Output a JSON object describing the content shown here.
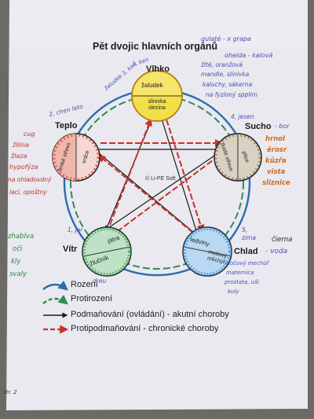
{
  "title": "Pět dvojic hlavních orgánů",
  "copyright": "© Li-PE Soft",
  "elements": [
    {
      "name": "Vlhko",
      "organs": [
        "žaludek",
        "slinivka slezina"
      ]
    },
    {
      "name": "Sucho",
      "organs": [
        "tlusté střevo",
        "plíce"
      ]
    },
    {
      "name": "Chlad",
      "organs": [
        "ledviny",
        "močový měchýř"
      ]
    },
    {
      "name": "Vítr",
      "organs": [
        "játra",
        "žlučník"
      ]
    },
    {
      "name": "Teplo",
      "organs": [
        "tenké střevo",
        "srdce"
      ]
    }
  ],
  "legend": [
    {
      "label": "Rození",
      "color": "#2b6cb0"
    },
    {
      "label": "Protirození",
      "color": "#2e8b57"
    },
    {
      "label": "Podmaňování (ovládání) - akutní choroby",
      "color": "#1a1a1a"
    },
    {
      "label": "Protipodmaňování - chronické choroby",
      "color": "#c8312a"
    }
  ],
  "notes": {
    "top_right_1": "gulaté - x grapa",
    "top_right_2": "ohelda - kalová",
    "top_right_3": "žlté, oranžová",
    "top_right_4": "mandle, slinivka",
    "top_right_5": "kaluchy, sákerna",
    "top_right_6": "na fyzloný sppllm",
    "vlhko_num": "3, ken",
    "vlhko_side": "žaludek 3, ken",
    "teplo_num": "2, chen leto",
    "teplo_side": [
      "cug",
      "žlilna",
      "žlaza",
      "hypofýza",
      "na ohladovdný",
      "laci, opoštny"
    ],
    "sucho_num": "4, jesen",
    "sucho_side": [
      "- bor",
      "hrnol",
      "ěrosr",
      "kůzřa",
      "vista",
      "sliznice"
    ],
    "vitr_num": "1, jar",
    "vitr_side": [
      "zhablva",
      "oči",
      "kly",
      "svaly"
    ],
    "vitr_bottom": "dreu",
    "chlad_num": "5, zima",
    "chlad_side": [
      "čierna",
      "- voda",
      "močový mechúř",
      "maternica",
      "prostata, uši",
      "kuly"
    ],
    "page_corner": "str. 2"
  },
  "colors": {
    "rozeni": "#2b6cb0",
    "protirozeni": "#2e8b57",
    "podmanovani": "#1a1a1a",
    "protipodmanovani": "#c8312a",
    "vlhko_fill": "#f2dc3c",
    "teplo_fill": "#e24a3a",
    "sucho_fill": "#a5977f",
    "chlad_fill": "#3b8fd6",
    "vitr_fill": "#3e9e55"
  }
}
